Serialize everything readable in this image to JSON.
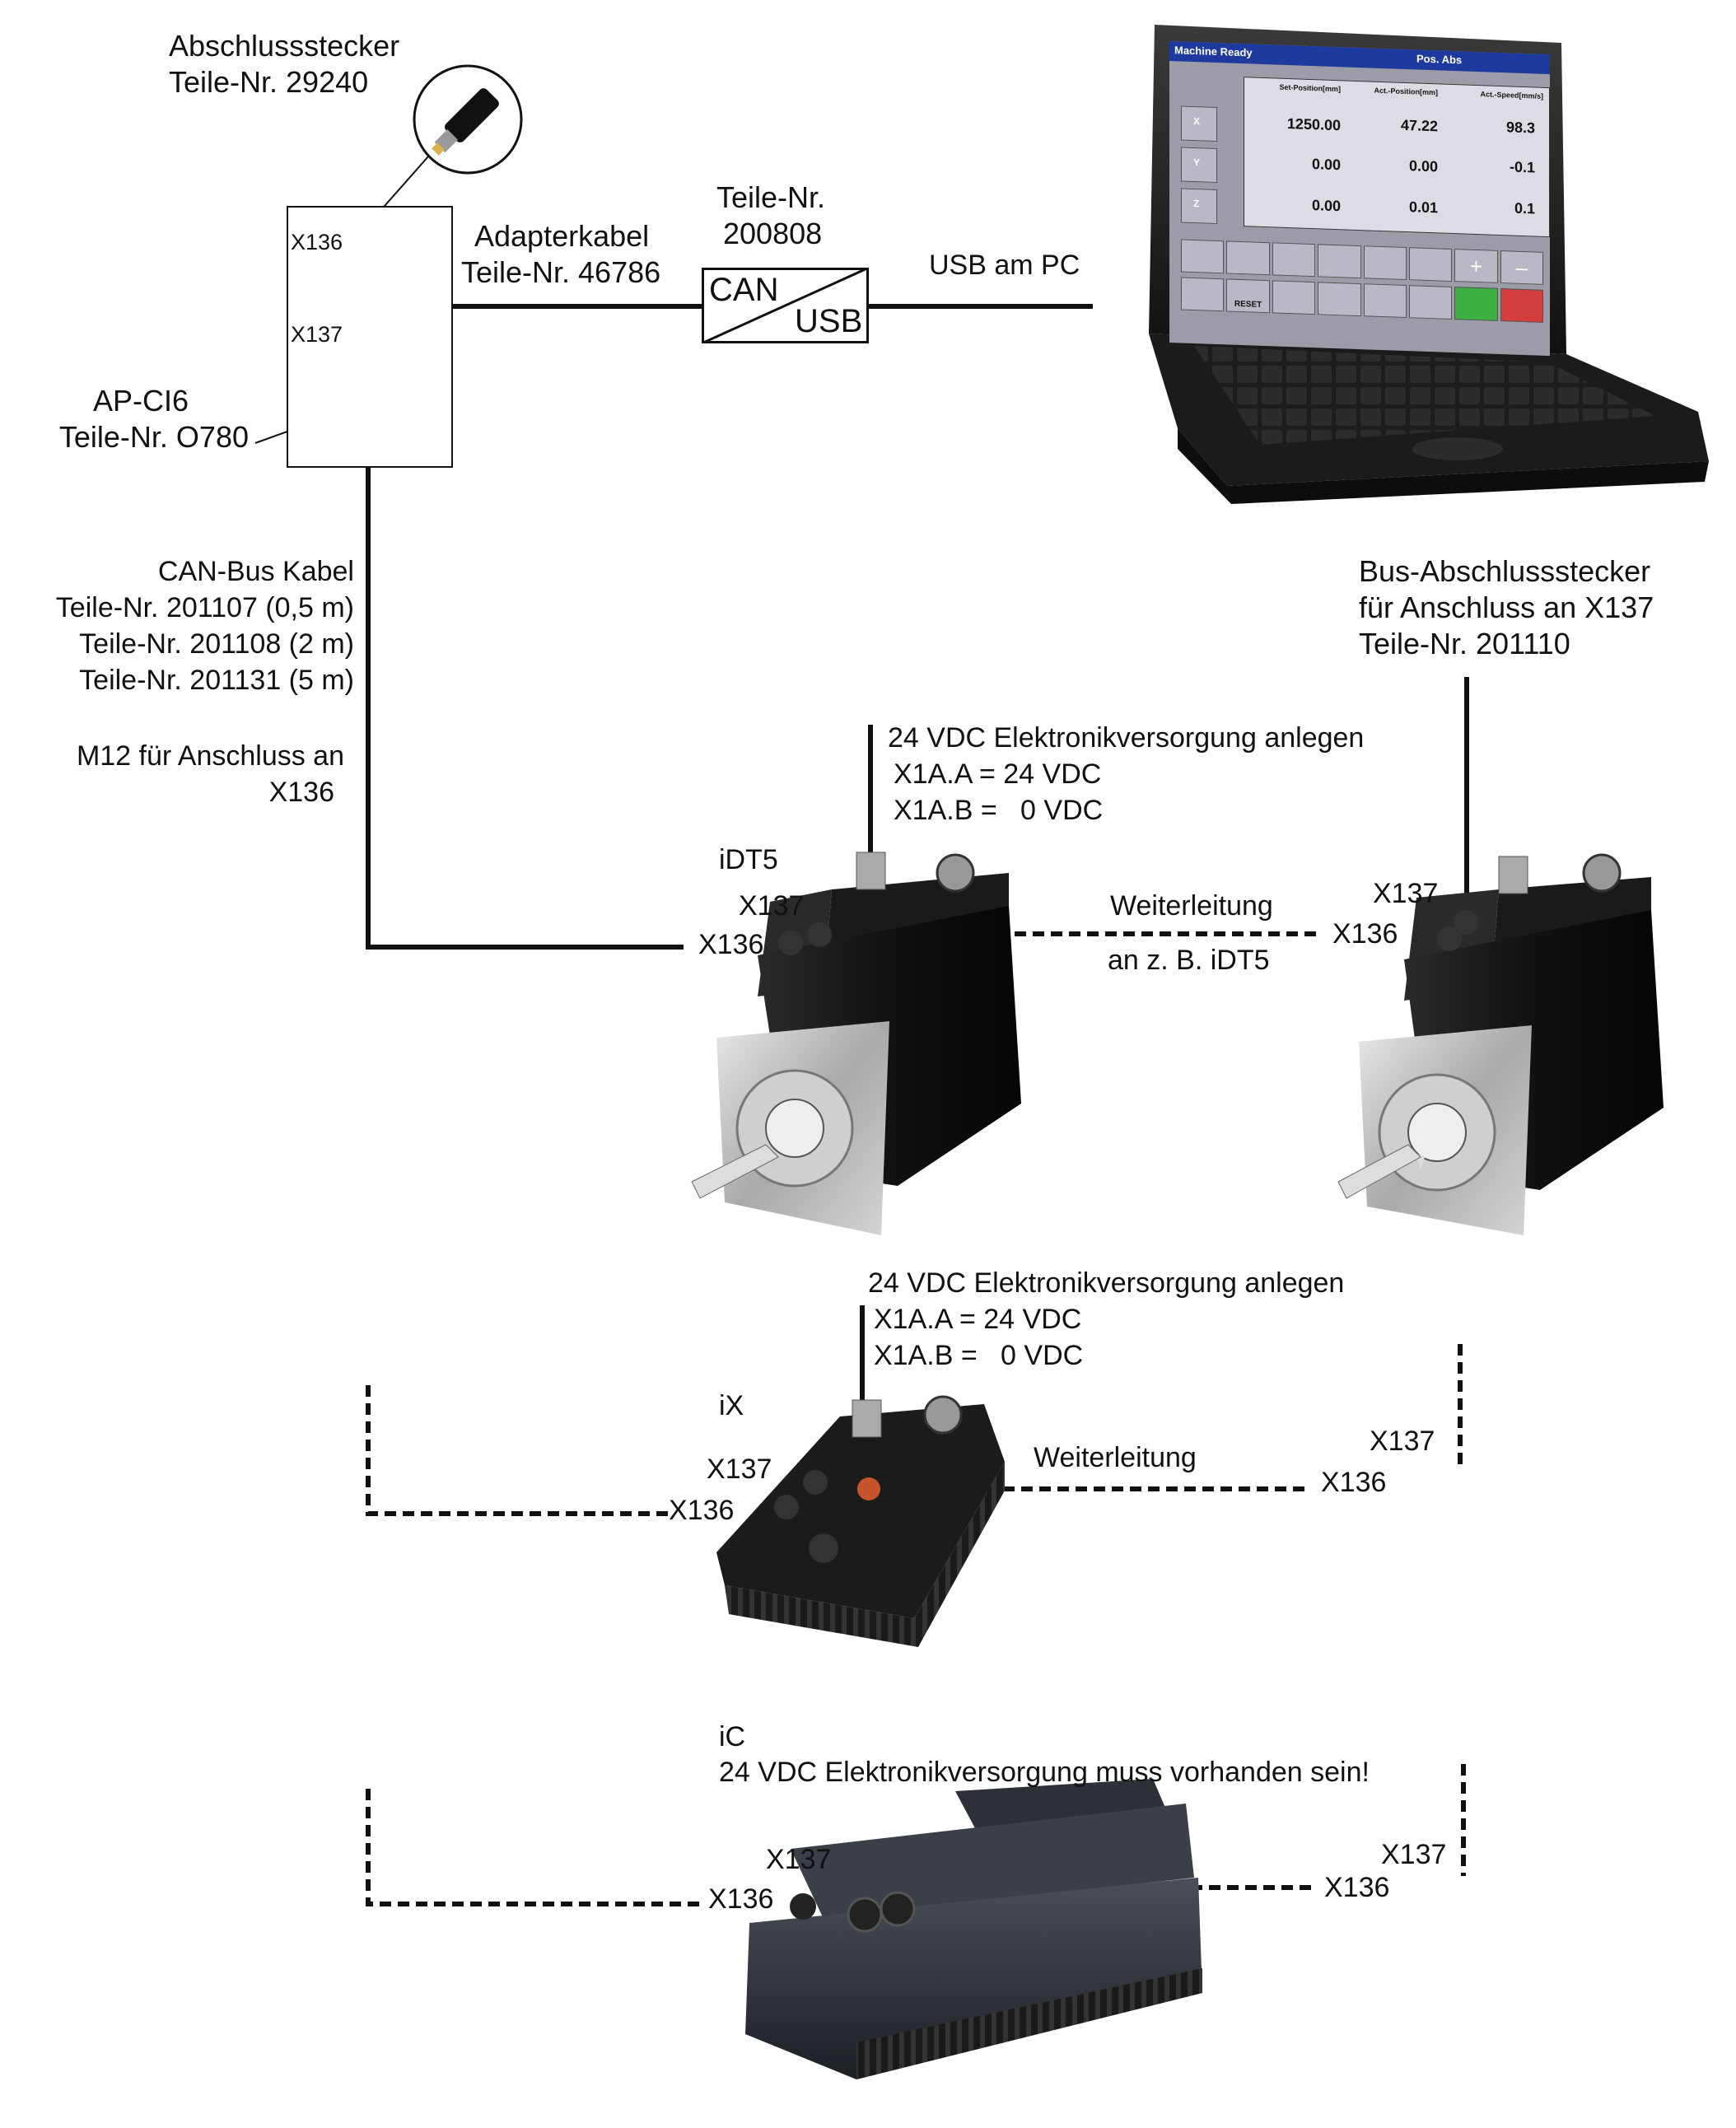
{
  "terminator_plug": {
    "title": "Abschlussstecker",
    "part_no": "Teile-Nr. 29240"
  },
  "ap_ci6": {
    "name": "AP-CI6",
    "part_no": "Teile-Nr. O780",
    "port_x136": "X136",
    "port_x137": "X137"
  },
  "adapter_cable": {
    "title": "Adapterkabel",
    "part_no": "Teile-Nr. 46786"
  },
  "can_usb_converter": {
    "title": "Teile-Nr.",
    "part_no": "200808",
    "label_can": "CAN",
    "label_usb": "USB"
  },
  "usb_pc": "USB am PC",
  "laptop_screen": {
    "status": "Machine Ready",
    "mode": "Pos. Abs",
    "columns": [
      "Set-Position[mm]",
      "Act.-Position[mm]",
      "Act.-Speed[mm/s]"
    ],
    "rows": [
      {
        "axis": "X",
        "values": [
          "1250.00",
          "47.22",
          "98.3"
        ]
      },
      {
        "axis": "Y",
        "values": [
          "0.00",
          "0.00",
          "-0.1"
        ]
      },
      {
        "axis": "Z",
        "values": [
          "0.00",
          "0.01",
          "0.1"
        ]
      }
    ],
    "btn_reset": "RESET",
    "btn_plus": "+",
    "btn_minus": "–"
  },
  "can_bus_cable": {
    "title": "CAN-Bus Kabel",
    "part_1": "Teile-Nr. 201107 (0,5 m)",
    "part_2": "Teile-Nr. 201108 (2 m)",
    "part_3": "Teile-Nr. 201131 (5 m)",
    "m12_line1": "M12  für Anschluss an",
    "m12_line2": "X136"
  },
  "bus_terminator": {
    "title": "Bus-Abschlussstecker",
    "line2": "für Anschluss an X137",
    "part_no": "Teile-Nr. 201110"
  },
  "idt5": {
    "name": "iDT5",
    "supply_title": "24 VDC Elektronikversorgung anlegen",
    "supply_a": "X1A.A = 24 VDC",
    "supply_b": "X1A.B =   0 VDC",
    "x137": "X137",
    "x136": "X136",
    "forward_1": "Weiterleitung",
    "forward_2": "an z. B. iDT5",
    "next_x137": "X137",
    "next_x136": "X136"
  },
  "ix": {
    "name": "iX",
    "supply_title": "24 VDC Elektronikversorgung anlegen",
    "supply_a": "X1A.A = 24 VDC",
    "supply_b": "X1A.B =   0 VDC",
    "x137": "X137",
    "x136": "X136",
    "forward": "Weiterleitung",
    "next_x137": "X137",
    "next_x136": "X136"
  },
  "ic": {
    "name": "iC",
    "supply_note": "24 VDC Elektronikversorgung muss vorhanden sein!",
    "x137": "X137",
    "x136": "X136",
    "next_x137": "X137",
    "next_x136": "X136"
  }
}
